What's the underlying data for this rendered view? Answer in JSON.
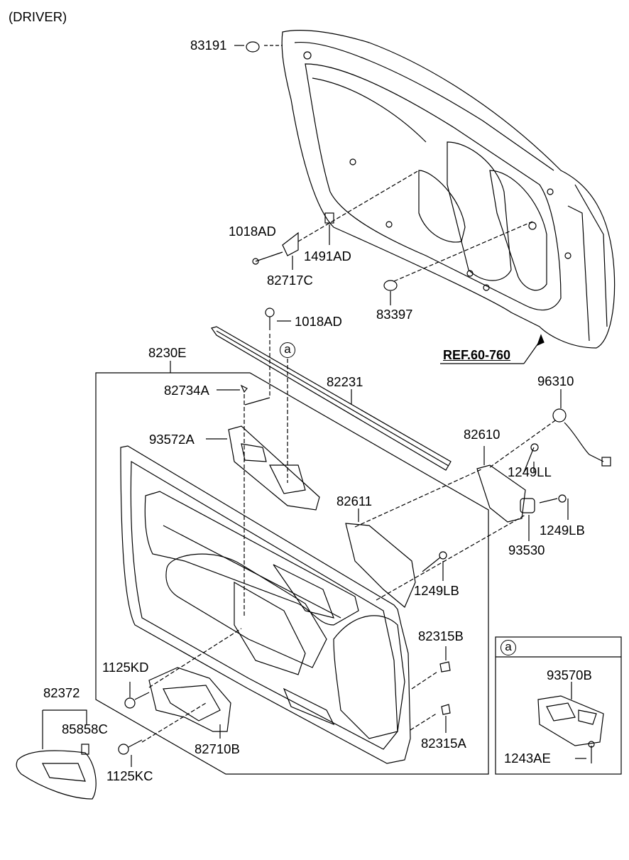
{
  "header": {
    "variant": "(DRIVER)"
  },
  "callouts": {
    "detail_marker": "a"
  },
  "ref": {
    "label": "REF.60-760"
  },
  "parts": {
    "p83191": "83191",
    "p1018AD_top": "1018AD",
    "p1491AD": "1491AD",
    "p82717C": "82717C",
    "p83397": "83397",
    "p1018AD_mid": "1018AD",
    "p8230E": "8230E",
    "p82231": "82231",
    "p82734A": "82734A",
    "p93572A": "93572A",
    "p96310": "96310",
    "p82610": "82610",
    "p1249LL": "1249LL",
    "p82611": "82611",
    "p1249LB_right": "1249LB",
    "p93530": "93530",
    "p1249LB_mid": "1249LB",
    "p82315B": "82315B",
    "p82315A": "82315A",
    "p1125KD": "1125KD",
    "p82710B": "82710B",
    "p82372": "82372",
    "p85858C": "85858C",
    "p1125KC": "1125KC"
  },
  "detail_box": {
    "marker": "a",
    "p93570B": "93570B",
    "p1243AE": "1243AE"
  }
}
